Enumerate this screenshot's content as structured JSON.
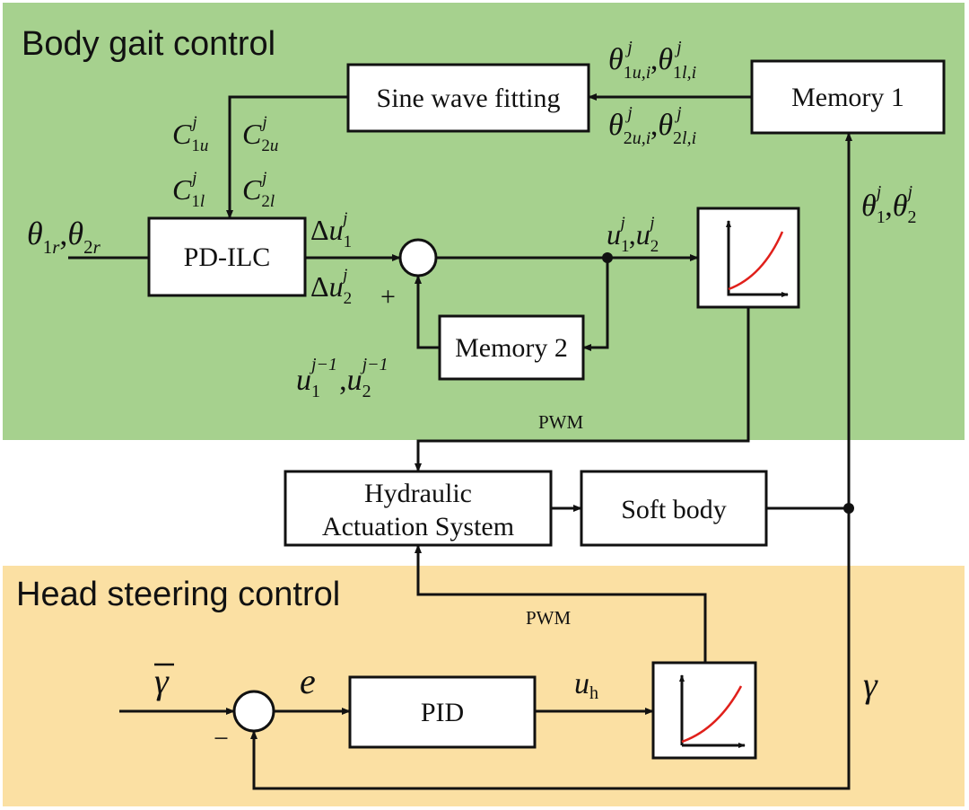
{
  "regions": {
    "body": {
      "title": "Body gait control",
      "color": "#a6d18e"
    },
    "head": {
      "title": "Head steering control",
      "color": "#fbe0a3"
    }
  },
  "blocks": {
    "sine": "Sine wave fitting",
    "memory1": "Memory 1",
    "pdilc": "PD-ILC",
    "memory2": "Memory 2",
    "hydraulic_line1": "Hydraulic",
    "hydraulic_line2": "Actuation System",
    "soft_body": "Soft body",
    "pid": "PID"
  },
  "signals": {
    "pwm_top": "PWM",
    "pwm_bottom": "PWM",
    "plus": "+",
    "minus": "−"
  },
  "colors": {
    "curve": "#e0201b"
  },
  "icons": [
    "pwm-converter-icon",
    "pwm-converter-icon"
  ]
}
